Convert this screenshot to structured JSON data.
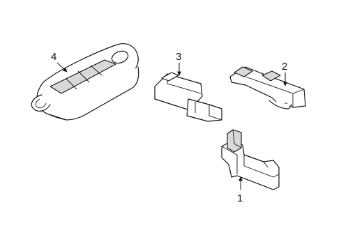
{
  "callouts": {
    "part1": "1",
    "part2": "2",
    "part3": "3",
    "part4": "4"
  },
  "colors": {
    "line": "#111111",
    "shade": "#d9d9d9",
    "background": "#ffffff"
  }
}
